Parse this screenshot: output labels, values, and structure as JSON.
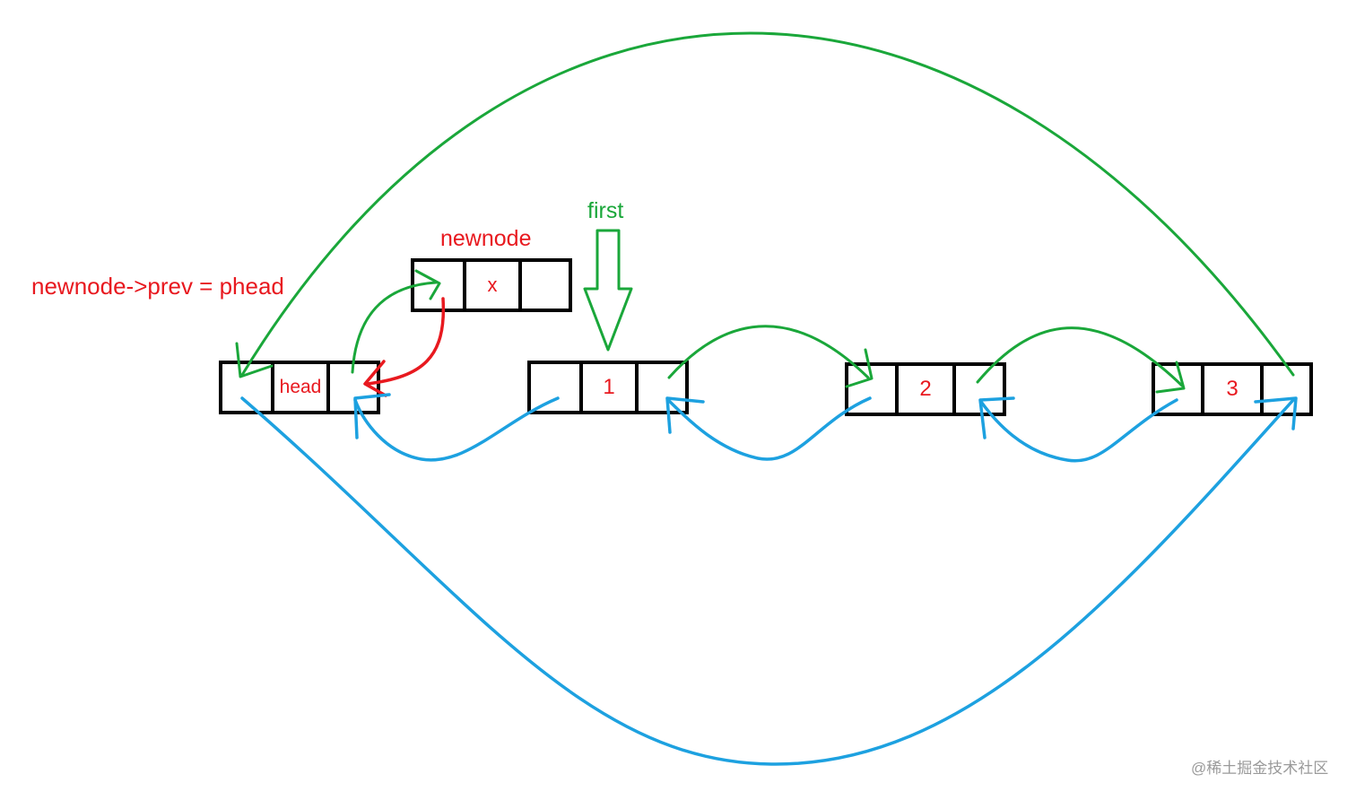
{
  "annotation": "newnode->prev = phead",
  "newnode": {
    "title": "newnode",
    "value": "x"
  },
  "first_pointer": {
    "label": "first"
  },
  "list": {
    "head_label": "head",
    "nodes": [
      "1",
      "2",
      "3"
    ]
  },
  "watermark": "@稀土掘金技术社区",
  "colors": {
    "next_link": "#1aa73a",
    "prev_link": "#1da1e0",
    "highlight": "#e8191f",
    "node_border": "#000000"
  }
}
